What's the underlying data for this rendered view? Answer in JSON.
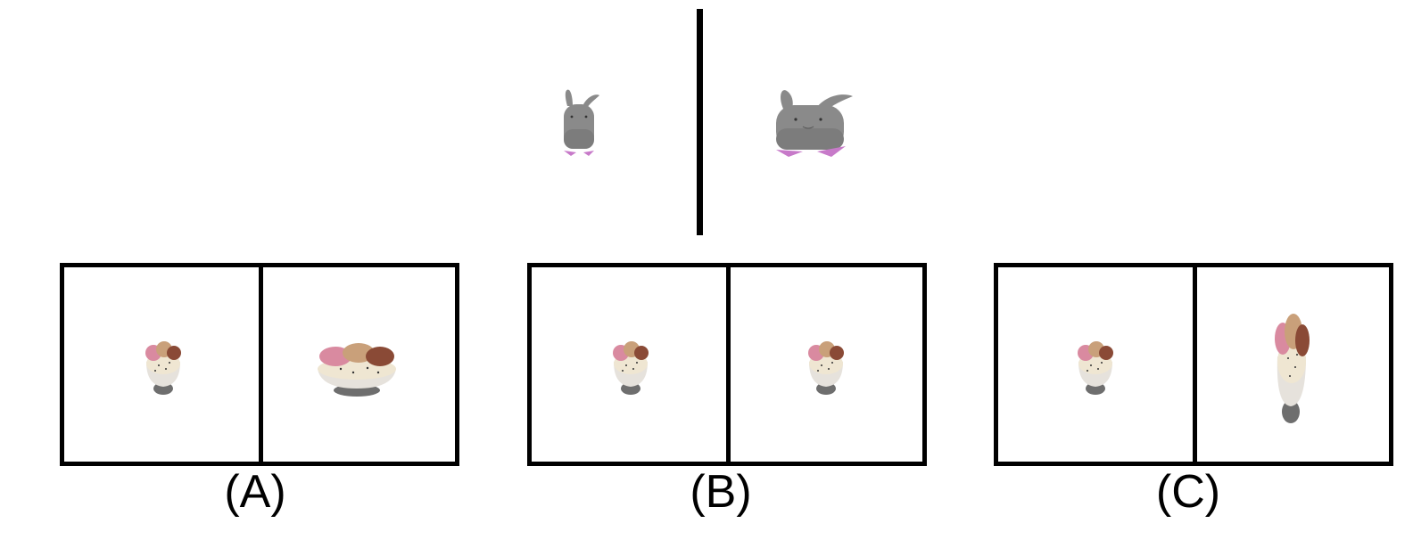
{
  "reference": {
    "left_icon": "gray-bunny-icon",
    "right_icon": "gray-bunny-wide-icon",
    "colors": {
      "bunny": "#8a8a8a",
      "bunny_shadow": "#6e6e6e",
      "feet": "#c77ac9"
    }
  },
  "options": [
    {
      "label": "(A)",
      "left_icon": "ice-cream-bowl-icon",
      "right_icon": "ice-cream-bowl-wide-icon"
    },
    {
      "label": "(B)",
      "left_icon": "ice-cream-bowl-icon",
      "right_icon": "ice-cream-bowl-icon"
    },
    {
      "label": "(C)",
      "left_icon": "ice-cream-bowl-icon",
      "right_icon": "ice-cream-bowl-tall-icon"
    }
  ],
  "colors": {
    "frame": "#000000",
    "bowl": "#e6e2dc",
    "scoop_pink": "#d98aa0",
    "scoop_tan": "#c9a07a",
    "scoop_brown": "#8a4a36"
  }
}
